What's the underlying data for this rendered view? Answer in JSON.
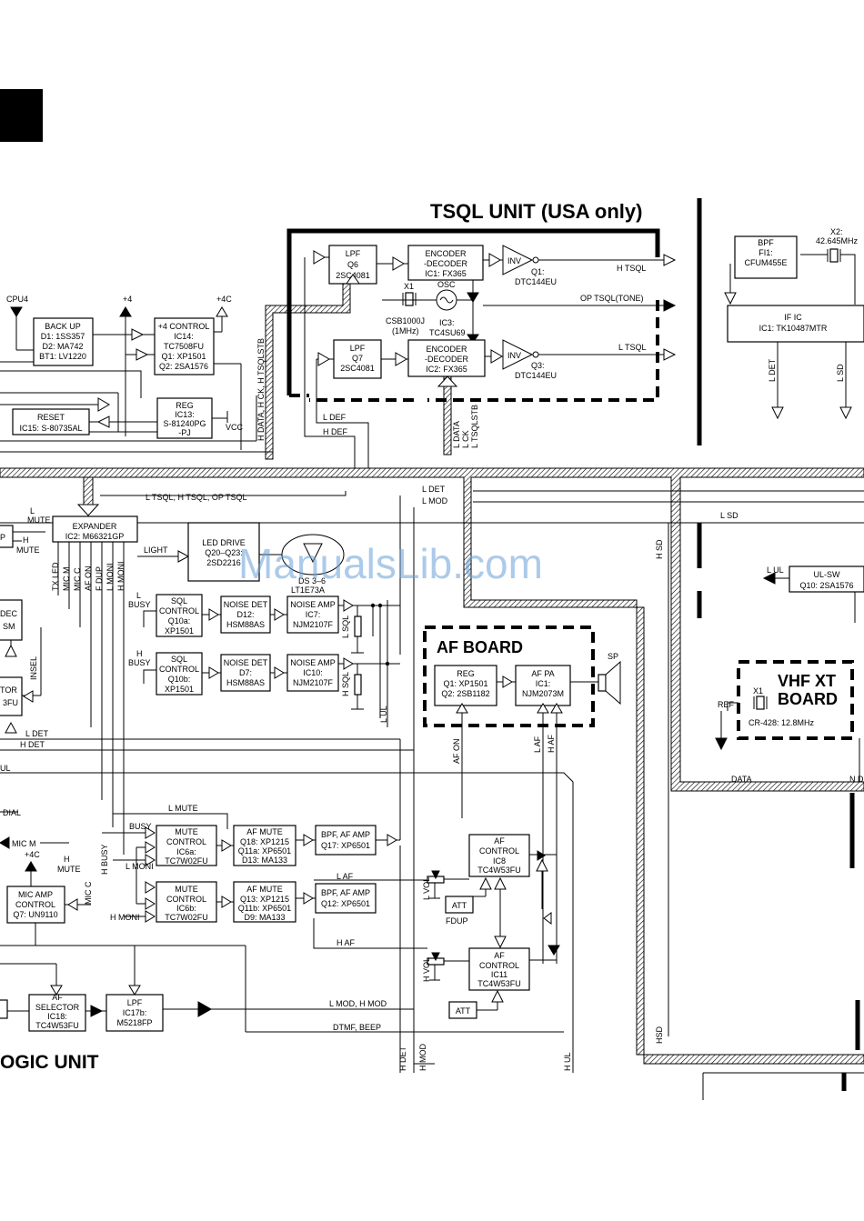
{
  "units": {
    "tsql_title": "TSQL UNIT (USA only)",
    "af_board_title": "AF BOARD",
    "vhf_xt_title_1": "VHF XT",
    "vhf_xt_title_2": "BOARD",
    "logic_unit_title": "OGIC UNIT"
  },
  "watermark": "ManualsLib.com",
  "tsql_unit": {
    "lpf_q6": [
      "LPF",
      "Q6",
      "2SC4081"
    ],
    "lpf_q7": [
      "LPF",
      "Q7",
      "2SC4081"
    ],
    "encoder_ic1": [
      "ENCODER",
      "-DECODER",
      "IC1: FX365"
    ],
    "encoder_ic2": [
      "ENCODER",
      "-DECODER",
      "IC2: FX365"
    ],
    "inv1": "INV",
    "inv2": "INV",
    "q1_label": [
      "Q1:",
      "DTC144EU"
    ],
    "q3_label": [
      "Q3:",
      "DTC144EU"
    ],
    "osc_label": "OSC",
    "x1_label": "X1",
    "x1_part": [
      "CSB1000J",
      "(1MHz)"
    ],
    "ic3_label": [
      "IC3:",
      "TC4SU69"
    ],
    "h_tsql": "H TSQL",
    "op_tsql": "OP TSQL(TONE)",
    "l_tsql": "L TSQL"
  },
  "rf_side": {
    "bpf_fi1": [
      "BPF",
      "FI1:",
      "CFUM455E"
    ],
    "x2_label": [
      "X2:",
      "42.645MHz"
    ],
    "if_ic": [
      "IF IC",
      "IC1: TK10487MTR"
    ],
    "l_det": "L DET",
    "l_sd": "L SD",
    "ul_sw": [
      "UL-SW",
      "Q10: 2SA1576"
    ],
    "l_ul": "L UL",
    "hsd": "H SD",
    "hsd2": "HSD",
    "vhf_x1": "X1",
    "vhf_crystal": "CR-428: 12.8MHz",
    "ref": "REF",
    "data": "DATA",
    "n_d": "N D"
  },
  "power": {
    "cpu4": "CPU4",
    "plus4": "+4",
    "plus4c": "+4C",
    "vcc": "VCC",
    "backup": [
      "BACK UP",
      "D1: 1SS357",
      "D2: MA742",
      "BT1: LV1220"
    ],
    "plus4_control": [
      "+4 CONTROL",
      "IC14:",
      "TC7508FU",
      "Q1: XP1501",
      "Q2: 2SA1576"
    ],
    "reset": [
      "RESET",
      "IC15: S-80735AL"
    ],
    "reg_ic13": [
      "REG",
      "IC13:",
      "S-81240PG",
      "-PJ"
    ]
  },
  "bus_labels": {
    "h_data_group": "H DATA, H CK, H TSQLSTB",
    "l_data_group": [
      "L DATA",
      "L CK",
      "L TSQLSTB"
    ],
    "l_def": "L DEF",
    "h_def": "H DEF",
    "tsql_bus": "L TSQL, H TSQL, OP TSQL",
    "l_det_top": "L DET",
    "l_mod": "L MOD",
    "l_mute_left": [
      "L",
      "MUTE"
    ],
    "h_mute_left": [
      "H",
      "MUTE"
    ]
  },
  "logic_unit": {
    "expander": [
      "EXPANDER",
      "IC2: M66321GP"
    ],
    "exp_outputs": [
      "TX LED",
      "MIC M",
      "MIC C",
      "AF ON",
      "F DUP",
      "L MONI",
      "H MONI"
    ],
    "light": "LIGHT",
    "led_drive": [
      "LED DRIVE",
      "Q20–Q23:",
      "2SD2216"
    ],
    "ds_label": [
      "DS 3–6",
      "LT1E73A"
    ],
    "l_busy": [
      "L",
      "BUSY"
    ],
    "h_busy": [
      "H",
      "BUSY"
    ],
    "sql_q10a": [
      "SQL",
      "CONTROL",
      "Q10a:",
      "XP1501"
    ],
    "sql_q10b": [
      "SQL",
      "CONTROL",
      "Q10b:",
      "XP1501"
    ],
    "noise_d12": [
      "NOISE DET",
      "D12:",
      "HSM88AS"
    ],
    "noise_d7": [
      "NOISE DET",
      "D7:",
      "HSM88AS"
    ],
    "noise_amp_ic7": [
      "NOISE AMP",
      "IC7:",
      "NJM2107F"
    ],
    "noise_amp_ic10": [
      "NOISE AMP",
      "IC10:",
      "NJM2107F"
    ],
    "l_sql": "L SQL",
    "h_sql": "H SQL",
    "l_ul_mid": "L UL",
    "af_on": "AF ON",
    "l_det_left": "L DET",
    "h_det_left": "H DET",
    "ul_left": "UL",
    "dial": "DIAL",
    "mic_m": "MIC M",
    "mic_c": "MIC C",
    "h_mute_lower": [
      "H",
      "MUTE"
    ],
    "h_busy_lower": "H BUSY",
    "busy_lower": "BUSY",
    "l_moni": "L MONI",
    "h_moni": "H MONI",
    "l_mute_lower": "L MUTE",
    "plus4c_lower": "+4C",
    "mic_amp": [
      "MIC AMP",
      "CONTROL",
      "Q7: UN9110"
    ],
    "mute_ic6a": [
      "MUTE",
      "CONTROL",
      "IC6a:",
      "TC7W02FU"
    ],
    "mute_ic6b": [
      "MUTE",
      "CONTROL",
      "IC6b:",
      "TC7W02FU"
    ],
    "af_mute_1": [
      "AF MUTE",
      "Q18: XP1215",
      "Q11a: XP6501",
      "D13: MA133"
    ],
    "af_mute_2": [
      "AF MUTE",
      "Q13: XP1215",
      "Q11b: XP6501",
      "D9: MA133"
    ],
    "bpf_q17": [
      "BPF, AF AMP",
      "Q17: XP6501"
    ],
    "bpf_q12": [
      "BPF, AF AMP",
      "Q12: XP6501"
    ],
    "l_af": "L AF",
    "h_af": "H AF",
    "l_vol": "L VOL",
    "h_vol": "H VOL",
    "att": "ATT",
    "fdup": "FDUP",
    "af_ctrl_ic8": [
      "AF",
      "CONTROL",
      "IC8",
      "TC4W53FU"
    ],
    "af_ctrl_ic11": [
      "AF",
      "CONTROL",
      "IC11",
      "TC4W53FU"
    ],
    "af_selector": [
      "AF",
      "SELECTOR",
      "IC18:",
      "TC4W53FU"
    ],
    "lpf_ic17b": [
      "LPF",
      "IC17b:",
      "M5218FP"
    ],
    "l_mod_h_mod": "L MOD, H MOD",
    "dtmf_beep": "DTMF, BEEP",
    "h_det_bottom": "H DET",
    "h_mod_bottom": "H MOD",
    "h_ul_bottom": "H UL",
    "hsd_bottom": "HSD",
    "l_af_right": "L AF",
    "h_af_right": "H AF",
    "insel": "INSEL",
    "dec_partial": [
      "DEC",
      "SM"
    ],
    "tor_partial": [
      "TOR",
      "3FU"
    ],
    "p_partial": "P"
  },
  "af_board": {
    "reg": [
      "REG",
      "Q1: XP1501",
      "Q2: 2SB1182"
    ],
    "af_pa": [
      "AF PA",
      "IC1:",
      "NJM2073M"
    ],
    "sp": "SP"
  }
}
